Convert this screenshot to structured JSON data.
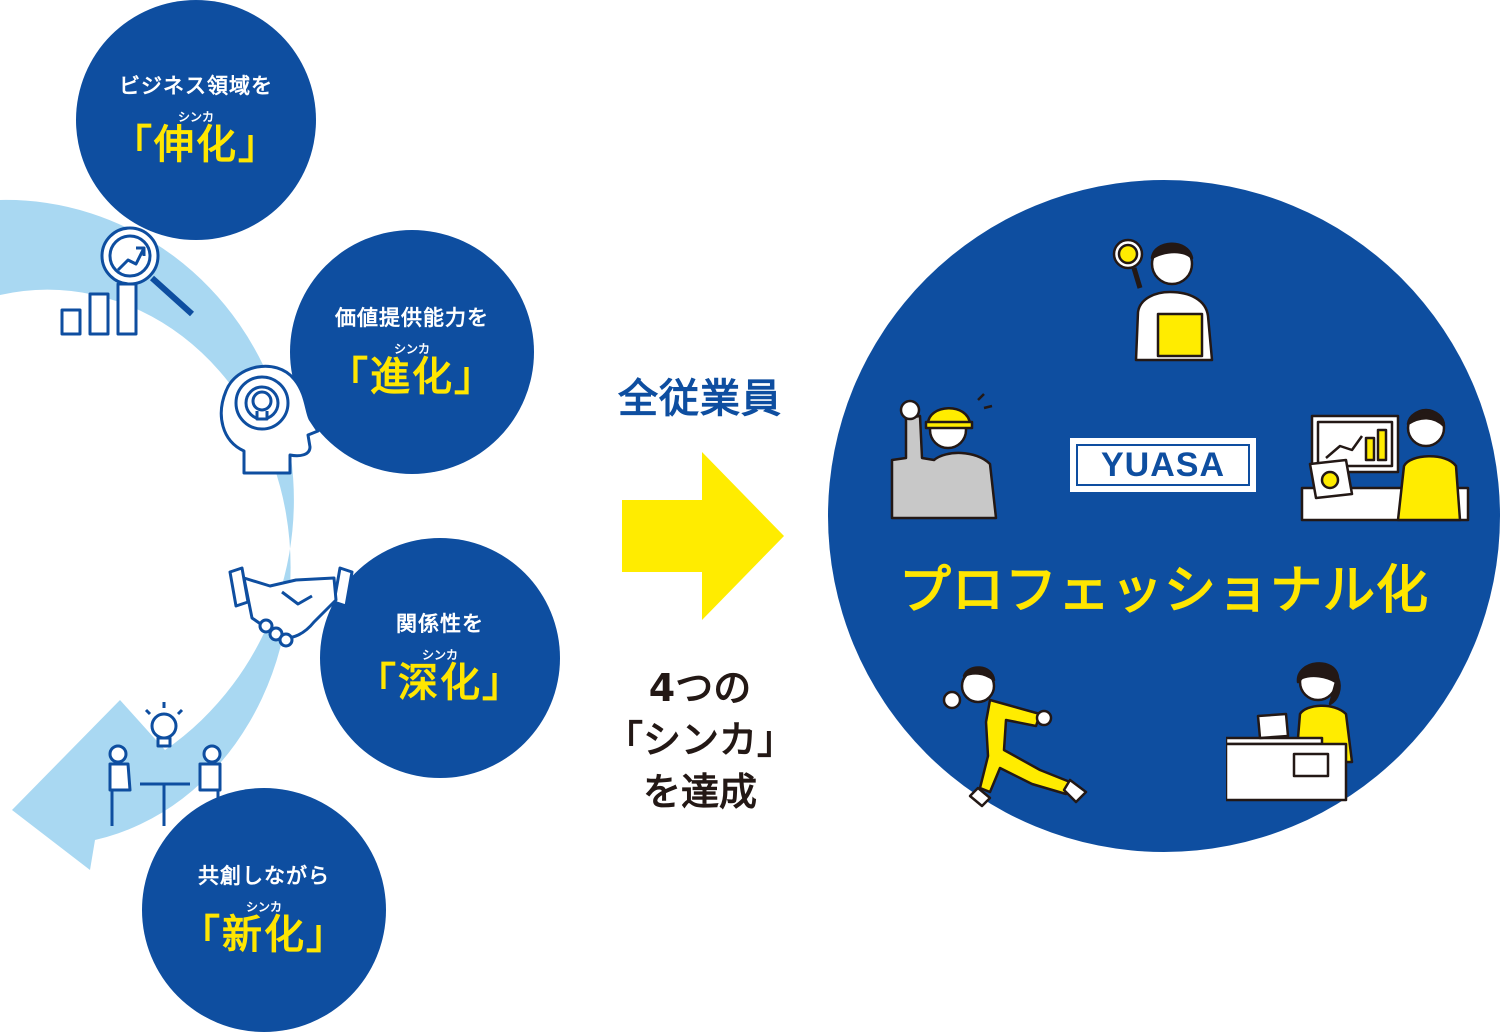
{
  "colors": {
    "navy": "#0e4ea0",
    "yellow": "#ffe600",
    "arc": "#a9d8f2",
    "text_blue": "#0e4ea0",
    "text_dark": "#231815"
  },
  "steps": [
    {
      "lead": "ビジネス領域を",
      "ruby": "シンカ",
      "main": "「伸化」",
      "icon": "growth-chart-magnifier-icon"
    },
    {
      "lead": "価値提供能力を",
      "ruby": "シンカ",
      "main": "「進化」",
      "icon": "head-gear-lightbulb-icon"
    },
    {
      "lead": "関係性を",
      "ruby": "シンカ",
      "main": "「深化」",
      "icon": "handshake-icon"
    },
    {
      "lead": "共創しながら",
      "ruby": "シンカ",
      "main": "「新化」",
      "icon": "team-meeting-idea-icon"
    }
  ],
  "center": {
    "top_label": "全従業員",
    "bottom_lines": [
      "4つの",
      "「シンカ」",
      "を達成"
    ]
  },
  "result": {
    "logo": "YUASA",
    "title": "プロフェッショナル化",
    "people": [
      "researcher-with-magnifier-icon",
      "construction-worker-icon",
      "analyst-at-computer-icon",
      "running-businessman-icon",
      "woman-at-laptop-icon"
    ]
  }
}
